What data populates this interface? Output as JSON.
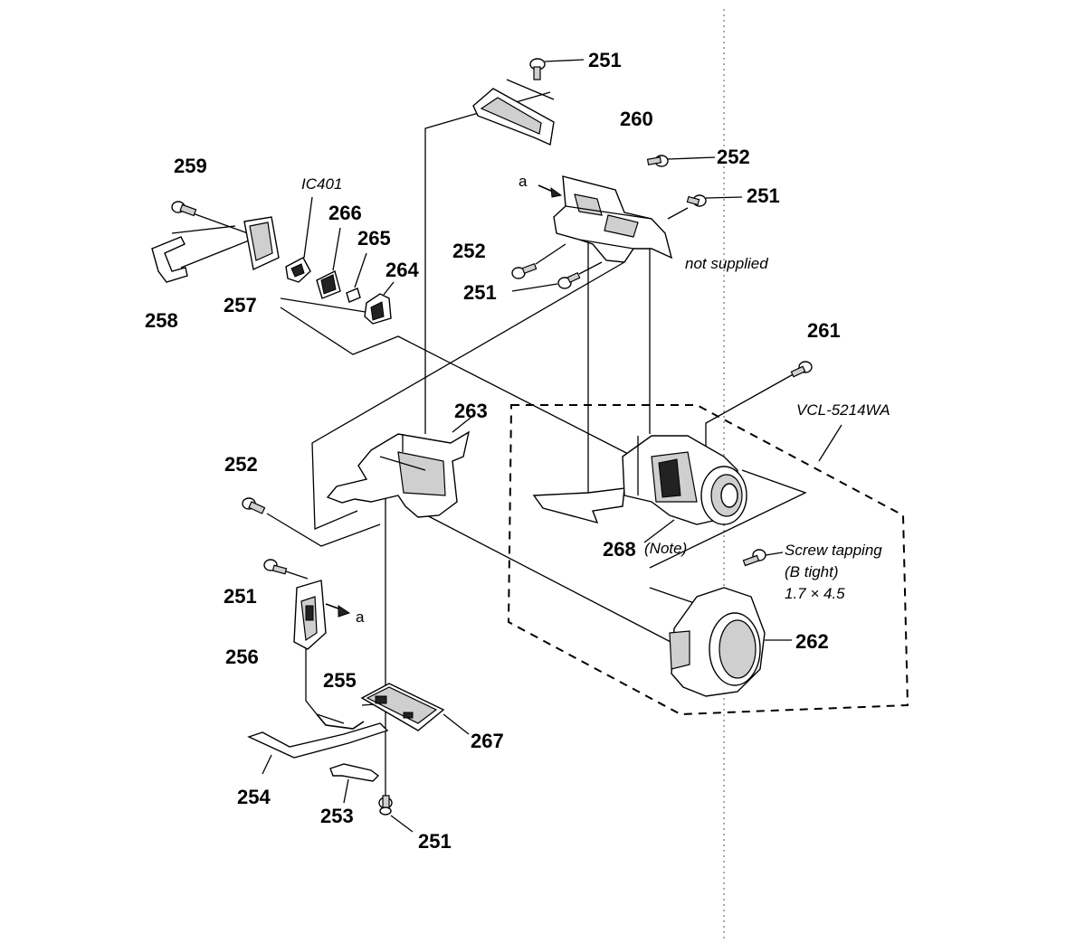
{
  "labels": {
    "p251_top": "251",
    "p260": "260",
    "p252_right": "252",
    "p251_right": "251",
    "p252_mid": "252",
    "p251_mid": "251",
    "p259": "259",
    "p258": "258",
    "p257": "257",
    "p266": "266",
    "p265": "265",
    "p264": "264",
    "p263": "263",
    "p252_left": "252",
    "p261": "261",
    "p268": "268",
    "p251_left": "251",
    "p256": "256",
    "p255": "255",
    "p267": "267",
    "p254": "254",
    "p253": "253",
    "p251_bottom": "251",
    "p262": "262"
  },
  "notes": {
    "ic401": "IC401",
    "not_supplied": "not supplied",
    "vcl": "VCL-5214WA",
    "note268": "(Note)",
    "screw_line1": "Screw tapping",
    "screw_line2": "(B tight)",
    "screw_line3": "1.7 × 4.5",
    "ref_a_top": "a",
    "ref_a_bottom": "a"
  }
}
